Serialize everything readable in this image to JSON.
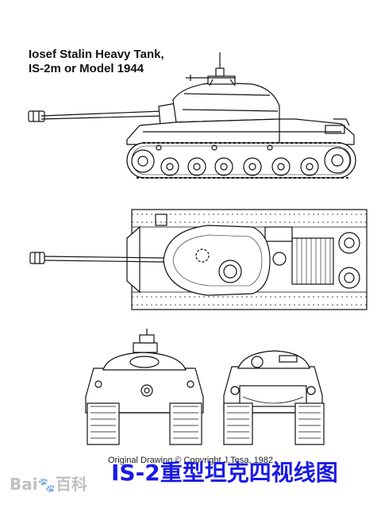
{
  "title": {
    "line1": "Iosef Stalin Heavy Tank,",
    "line2": "IS-2m or Model 1944"
  },
  "footer": {
    "copyright": "Original Drawing © Copyright J.Tesa, 1982",
    "caption": "IS-2重型坦克四视线图"
  },
  "watermark": {
    "brand": "Bai",
    "suffix": "百科"
  },
  "colors": {
    "ink": "#111111",
    "caption": "#1a1ae6"
  }
}
